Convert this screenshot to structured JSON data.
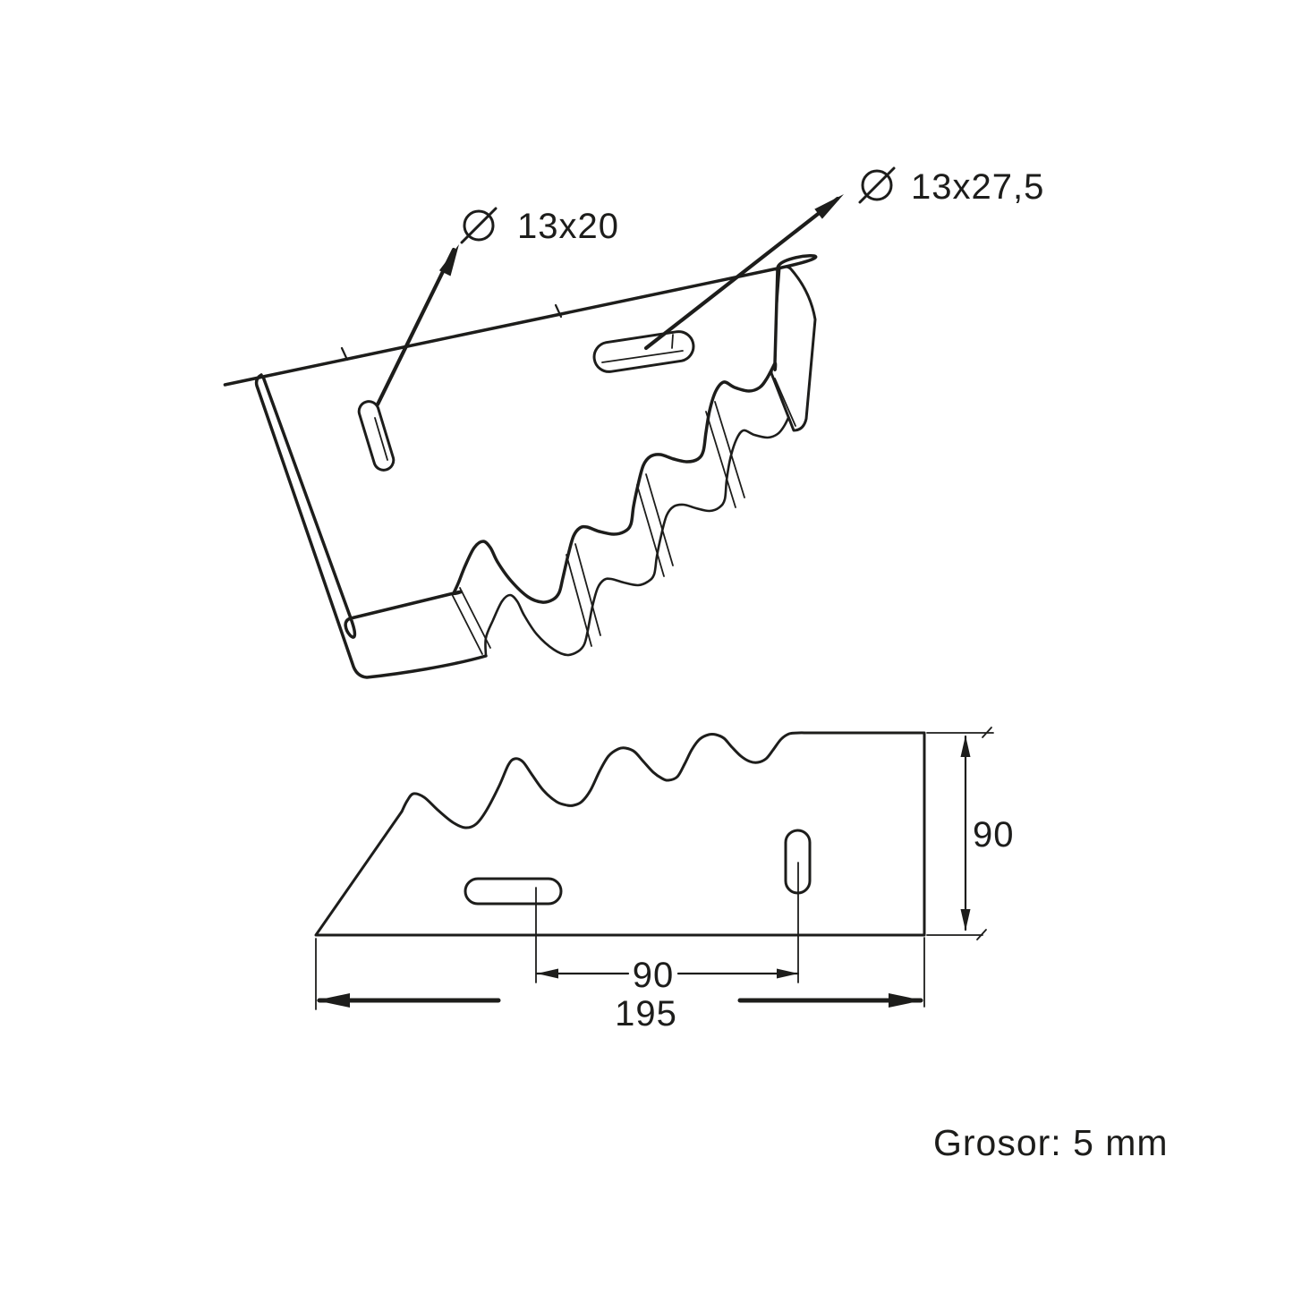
{
  "colors": {
    "background": "#ffffff",
    "line": "#1d1d1b"
  },
  "iso_view": {
    "hole_labels": [
      {
        "symbol": "diameter",
        "value": "13x20"
      },
      {
        "symbol": "diameter",
        "value": "13x27,5"
      }
    ]
  },
  "profile_view": {
    "dimensions": {
      "height": "90",
      "hole_center_distance": "90",
      "overall_length": "195"
    }
  },
  "notes": {
    "thickness": "Grosor: 5 mm"
  }
}
